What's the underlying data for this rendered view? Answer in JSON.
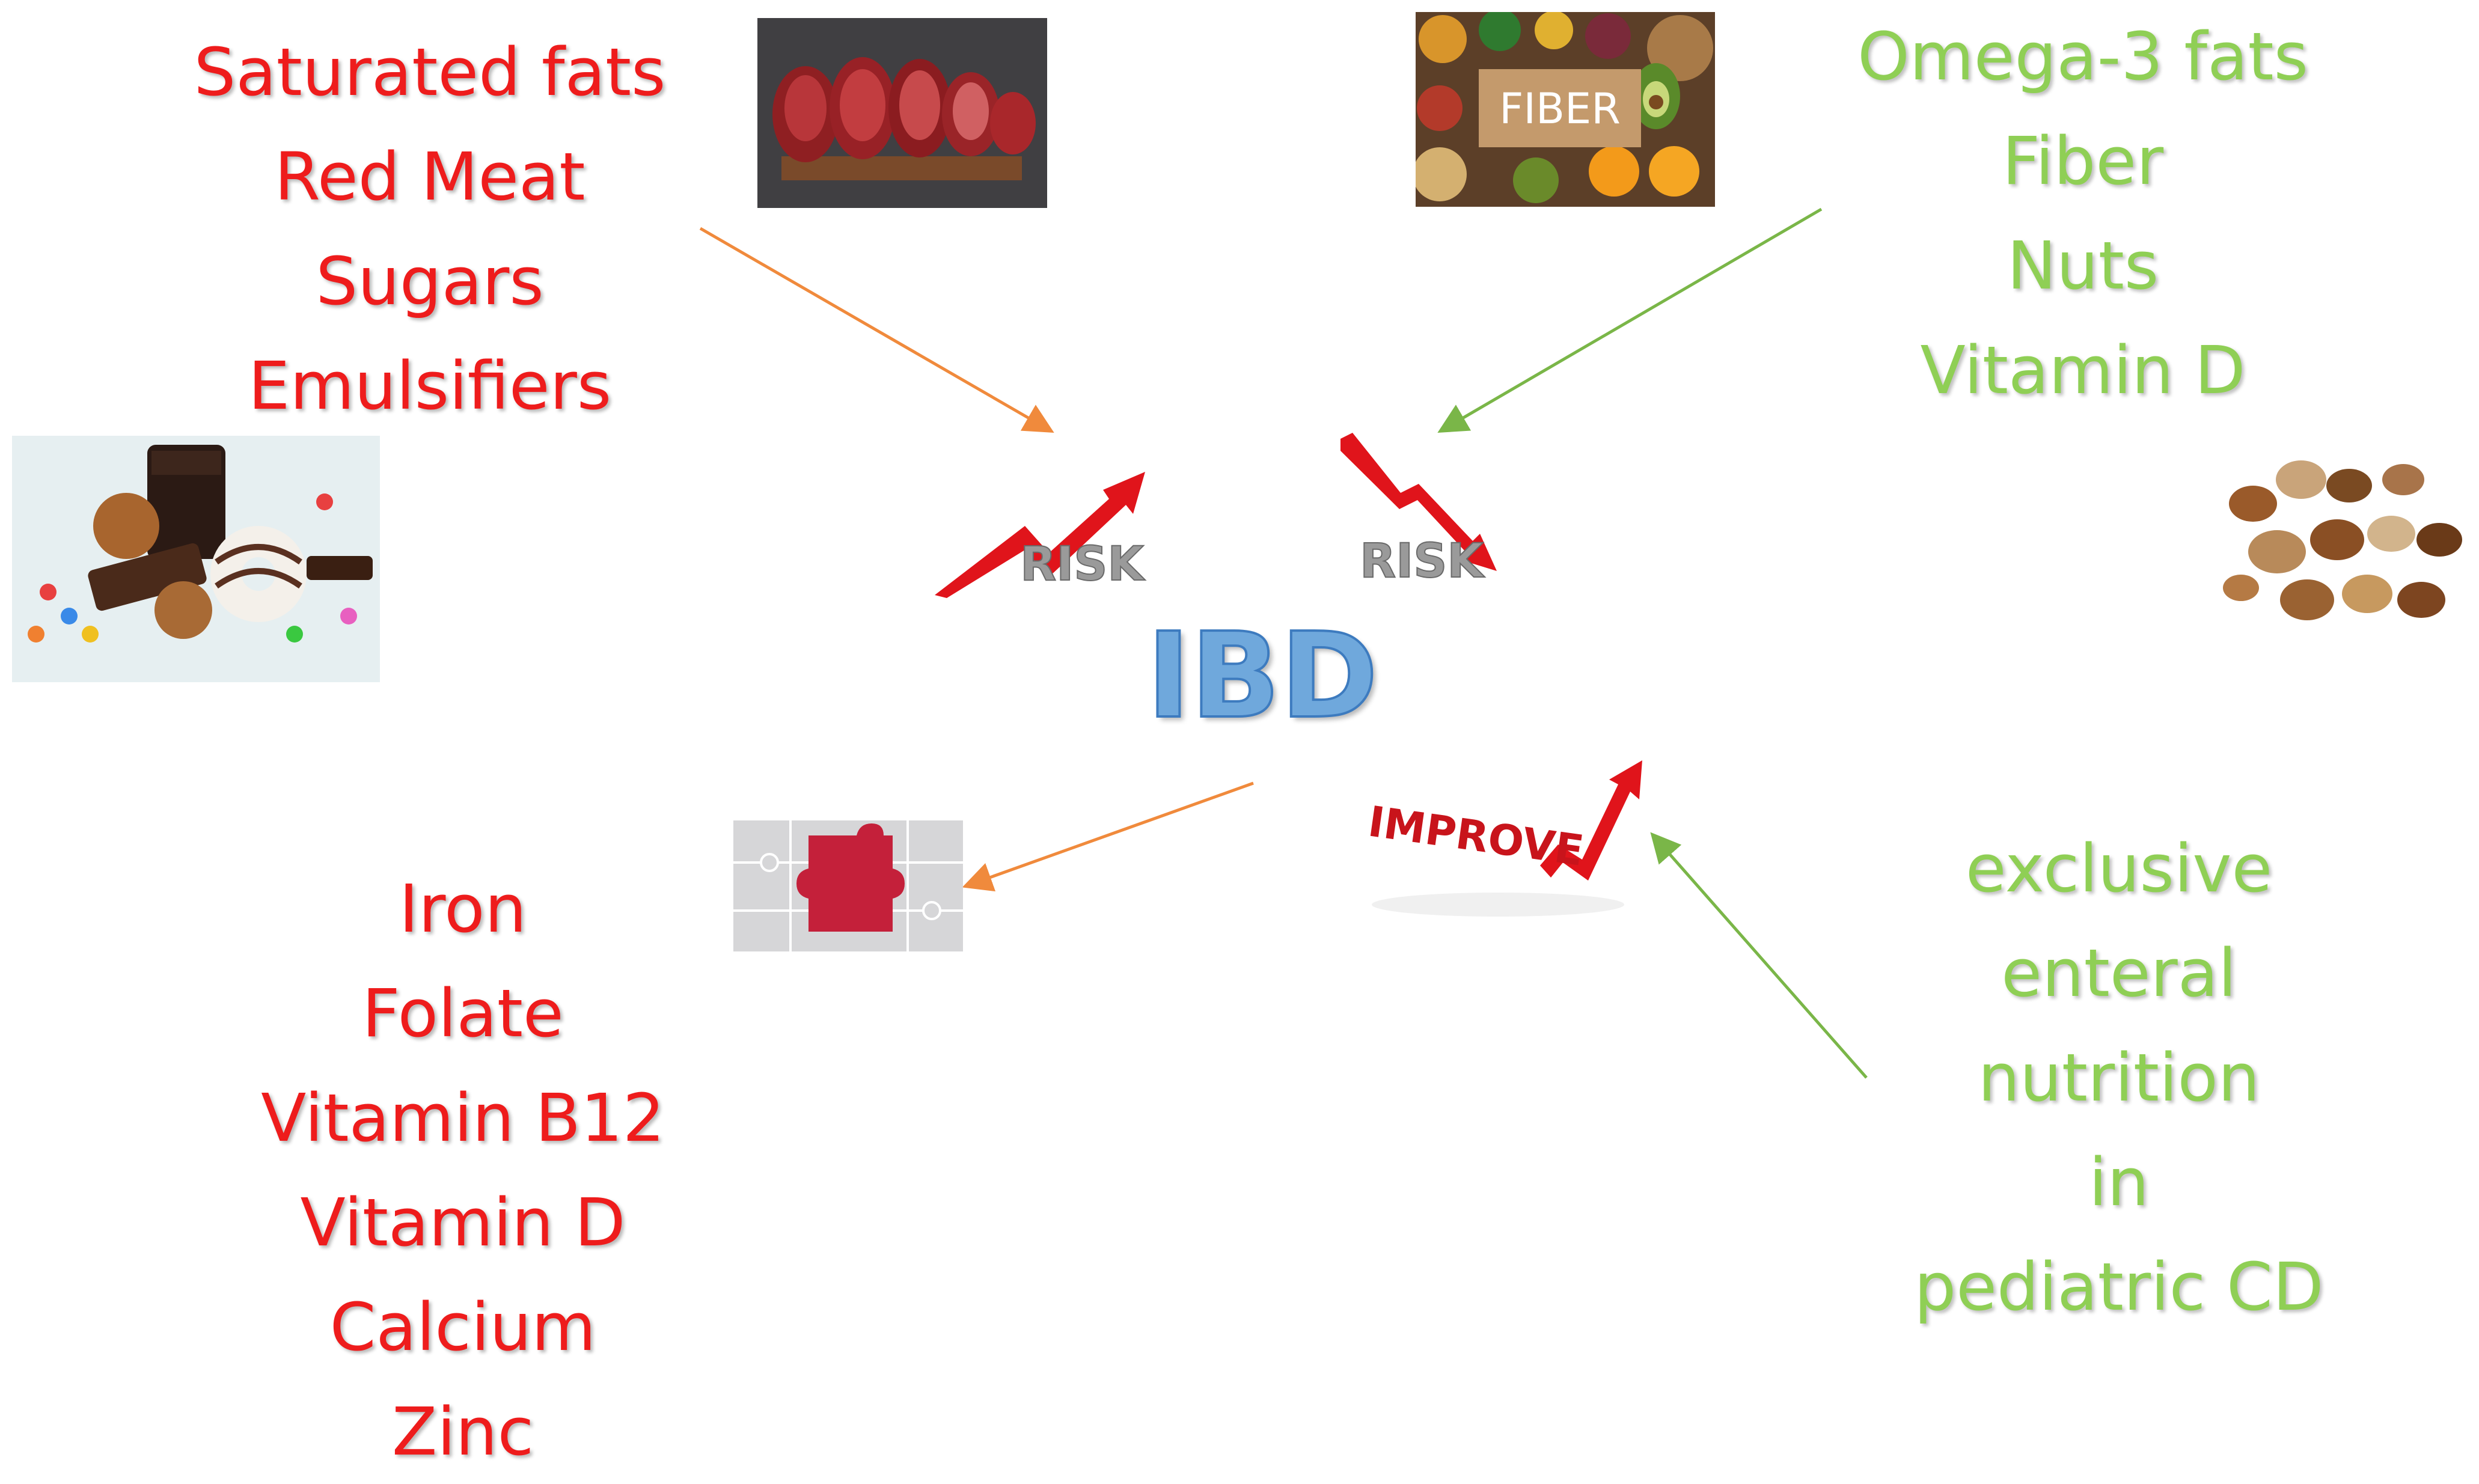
{
  "center_label": "IBD",
  "increase_risk_factors": [
    "Saturated fats",
    "Red Meat",
    "Sugars",
    "Emulsifiers"
  ],
  "decrease_risk_factors": [
    "Omega-3 fats",
    "Fiber",
    "Nuts",
    "Vitamin D"
  ],
  "deficiencies": [
    "Iron",
    "Folate",
    "Vitamin B12",
    "Vitamin D",
    "Calcium",
    "Zinc"
  ],
  "improvement": [
    "exclusive",
    "enteral",
    "nutrition",
    "in",
    "pediatric CD"
  ],
  "badges": {
    "risk_up": "RISK",
    "risk_down": "RISK",
    "improve": "IMPROVE",
    "fiber": "FIBER"
  },
  "colors": {
    "risk_text": "#ee1c1c",
    "protective_text": "#8fcf55",
    "center_text": "#6fa8dc",
    "orange_arrow": "#f08a3c",
    "green_arrow": "#7ab648"
  }
}
